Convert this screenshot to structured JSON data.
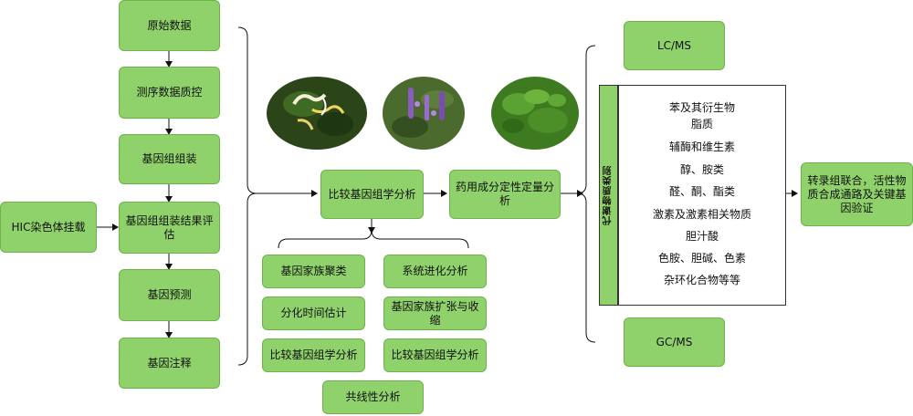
{
  "pipeline": {
    "raw_data": "原始数据",
    "seq_qc": "测序数据质控",
    "genome_assembly": "基因组组装",
    "assembly_eval": "基因组组装结果评估",
    "gene_prediction": "基因预测",
    "gene_annotation": "基因注释"
  },
  "hic": "HIC染色体挂载",
  "compare_center": "比较基因组学分析",
  "drug_analysis": "药用成分定性定量分析",
  "sub_analyses": {
    "family_cluster": "基因家族聚类",
    "phylogeny": "系统进化分析",
    "divergence_time": "分化时间估计",
    "family_expansion": "基因家族扩张与收缩",
    "compare_left": "比较基因组学分析",
    "compare_right": "比较基因组学分析",
    "collinearity": "共线性分析"
  },
  "ms": {
    "lc": "LC/MS",
    "gc": "GC/MS"
  },
  "metabolite_panel": {
    "sidebar_label": "代谢物质类别",
    "items": [
      "苯及其衍生物",
      "脂质",
      "辅酶和维生素",
      "醇、胺类",
      "醛、酮、酯类",
      "激素及激素相关物质",
      "胆汁酸",
      "色胺、胆碱、色素",
      "杂环化合物等等"
    ]
  },
  "final": "转录组联合，活性物质合成通路及关键基因验证",
  "colors": {
    "box_fill": "#8fd16a",
    "box_border": "#6db24a"
  },
  "images": [
    {
      "name": "honeysuckle-photo",
      "bg": "#2e4a1c"
    },
    {
      "name": "purple-flower-photo",
      "bg": "#3f5a2a"
    },
    {
      "name": "artemisia-photo",
      "bg": "#3e7a20"
    }
  ]
}
